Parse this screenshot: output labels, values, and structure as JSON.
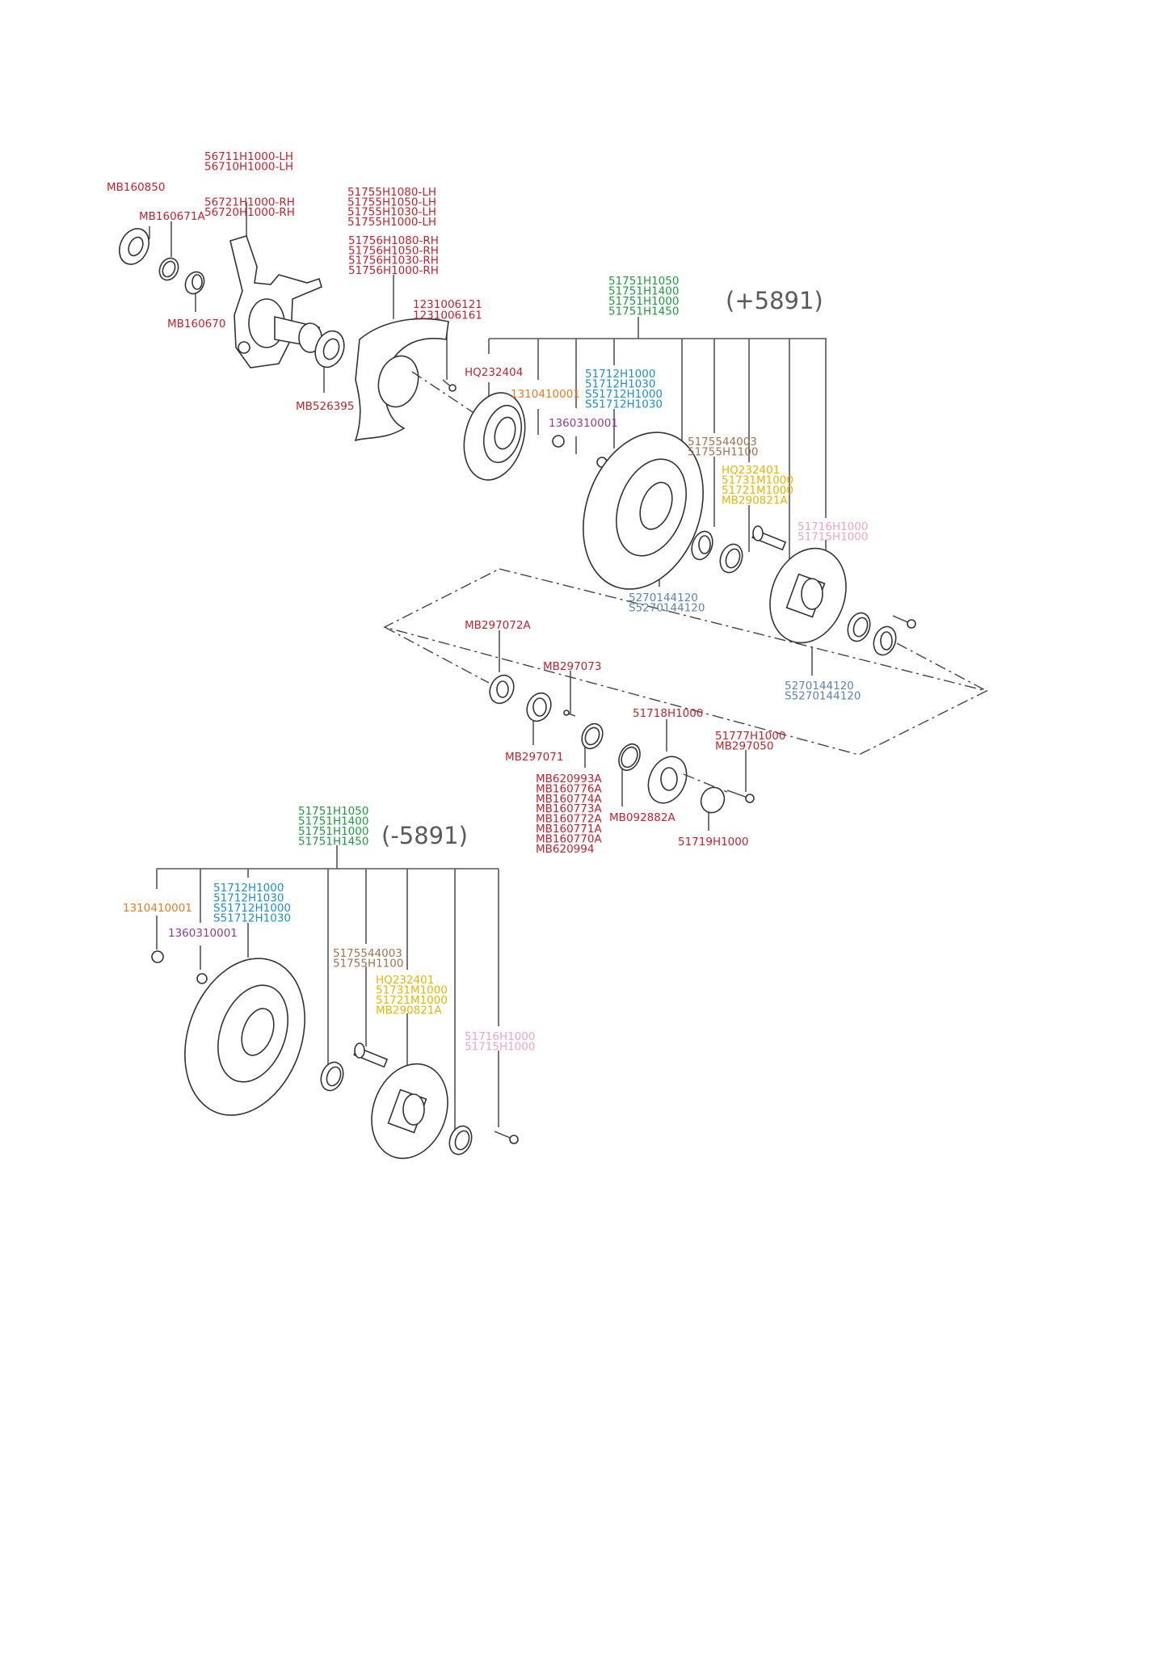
{
  "colors": {
    "red": "#c7212c",
    "green": "#1e9b3e",
    "orange": "#e37c22",
    "purple": "#8b3d98",
    "blue": "#1d8fce",
    "brown": "#a2714f",
    "yellow": "#e6b600",
    "pink": "#f0a3c2",
    "steel": "#5d82b3"
  },
  "labels": {
    "mb160850": {
      "color": "red",
      "lines": [
        "MB160850"
      ]
    },
    "mb160671a": {
      "color": "red",
      "lines": [
        "MB160671A"
      ]
    },
    "mb160670": {
      "color": "red",
      "lines": [
        "MB160670"
      ]
    },
    "knuckle": {
      "color": "red",
      "lines": [
        "56711H1000-LH",
        "56710H1000-LH",
        "56721H1000-RH",
        "56720H1000-RH"
      ]
    },
    "shield_lh": {
      "color": "red",
      "lines": [
        "51755H1080-LH",
        "51755H1050-LH",
        "51755H1030-LH",
        "51755H1000-LH"
      ]
    },
    "shield_rh": {
      "color": "red",
      "lines": [
        "51756H1080-RH",
        "51756H1050-RH",
        "51756H1030-RH",
        "51756H1000-RH"
      ]
    },
    "shield_bolt": {
      "color": "red",
      "lines": [
        "1231006121",
        "1231006161"
      ]
    },
    "mb526395": {
      "color": "red",
      "lines": [
        "MB526395"
      ]
    },
    "hq232404": {
      "color": "red",
      "lines": [
        "HQ232404"
      ]
    },
    "hub_assy_top": {
      "color": "green",
      "lines": [
        "51751H1050",
        "51751H1400",
        "51751H1000",
        "51751H1450"
      ]
    },
    "nut_top": {
      "color": "orange",
      "lines": [
        "1310410001"
      ]
    },
    "washer_top": {
      "color": "purple",
      "lines": [
        "1360310001"
      ]
    },
    "disc_top": {
      "color": "blue",
      "lines": [
        "51712H1000",
        "51712H1030",
        "S51712H1000",
        "S51712H1030"
      ]
    },
    "race_top": {
      "color": "brown",
      "lines": [
        "5175544003",
        "51755H1100"
      ]
    },
    "stud_top": {
      "color": "yellow",
      "lines": [
        "HQ232401",
        "51731M1000",
        "51721M1000",
        "MB290821A"
      ]
    },
    "bolt_top": {
      "color": "pink",
      "lines": [
        "51716H1000",
        "51715H1000"
      ]
    },
    "bearing_outer": {
      "color": "steel",
      "lines": [
        "5270144120",
        "S5270144120"
      ]
    },
    "bearing_inner": {
      "color": "steel",
      "lines": [
        "5270144120",
        "S5270144120"
      ]
    },
    "mb297072a": {
      "color": "red",
      "lines": [
        "MB297072A"
      ]
    },
    "mb297073": {
      "color": "red",
      "lines": [
        "MB297073"
      ]
    },
    "mb297071": {
      "color": "red",
      "lines": [
        "MB297071"
      ]
    },
    "spacers": {
      "color": "red",
      "lines": [
        "MB620993A",
        "MB160776A",
        "MB160774A",
        "MB160773A",
        "MB160772A",
        "MB160771A",
        "MB160770A",
        "MB620994"
      ]
    },
    "mb092882a": {
      "color": "red",
      "lines": [
        "MB092882A"
      ]
    },
    "flange": {
      "color": "red",
      "lines": [
        "51718H1000"
      ]
    },
    "flange_bolt": {
      "color": "red",
      "lines": [
        "51777H1000",
        "MB297050"
      ]
    },
    "cap": {
      "color": "red",
      "lines": [
        "51719H1000"
      ]
    },
    "hub_assy_bot": {
      "color": "green",
      "lines": [
        "51751H1050",
        "51751H1400",
        "51751H1000",
        "51751H1450"
      ]
    },
    "nut_bot": {
      "color": "orange",
      "lines": [
        "1310410001"
      ]
    },
    "washer_bot": {
      "color": "purple",
      "lines": [
        "1360310001"
      ]
    },
    "disc_bot": {
      "color": "blue",
      "lines": [
        "51712H1000",
        "51712H1030",
        "S51712H1000",
        "S51712H1030"
      ]
    },
    "race_bot": {
      "color": "brown",
      "lines": [
        "5175544003",
        "51755H1100"
      ]
    },
    "stud_bot": {
      "color": "yellow",
      "lines": [
        "HQ232401",
        "51731M1000",
        "51721M1000",
        "MB290821A"
      ]
    },
    "bolt_bot": {
      "color": "pink",
      "lines": [
        "51716H1000",
        "51715H1000"
      ]
    }
  },
  "serial_tags": {
    "top": "(+5891)",
    "bottom": "(-5891)"
  }
}
